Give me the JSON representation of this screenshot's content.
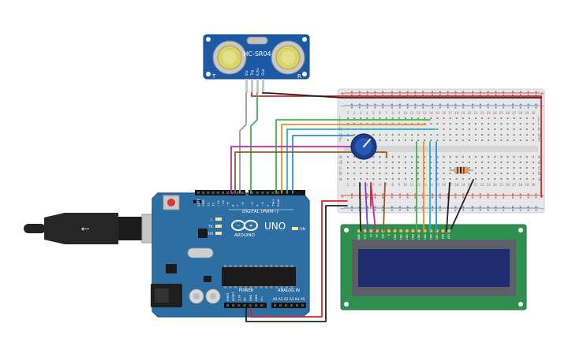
{
  "sensor": {
    "model": "HC-SR04",
    "corner_left": "T",
    "corner_right": "R",
    "pins": [
      "Vcc",
      "Trig",
      "Echo",
      "Gnd"
    ]
  },
  "arduino": {
    "brand": "ARDUINO",
    "model": "UNO",
    "digital_label": "DIGITAL (PWM~)",
    "power_label": "POWER",
    "analog_label": "ANALOG IN",
    "on_label": "ON",
    "led_labels": [
      "L",
      "TX",
      "RX"
    ],
    "top_pins": [
      "AREF",
      "GND",
      "13",
      "12",
      "~11",
      "~10",
      "~9",
      "8",
      "7",
      "~6",
      "~5",
      "4",
      "~3",
      "2",
      "TX▸1",
      "RX◂0"
    ],
    "power_pins": [
      "IOREF",
      "RESET",
      "3.3V",
      "5V",
      "GND",
      "GND",
      "Vin"
    ],
    "analog_pins": [
      "A0",
      "A1",
      "A2",
      "A3",
      "A4",
      "A5"
    ]
  },
  "breadboard": {
    "row_letters_top": [
      "j",
      "i",
      "h",
      "g",
      "f"
    ],
    "row_letters_bottom": [
      "e",
      "d",
      "c",
      "b",
      "a"
    ],
    "column_numbers": [
      "1",
      "2",
      "3",
      "4",
      "5",
      "6",
      "7",
      "8",
      "9",
      "10",
      "11",
      "12",
      "13",
      "14",
      "15",
      "16",
      "17",
      "18",
      "19",
      "20",
      "21",
      "22",
      "23",
      "24",
      "25",
      "26",
      "27",
      "28",
      "29",
      "30"
    ]
  },
  "lcd": {
    "pins": [
      "GND",
      "VCC",
      "V0",
      "RS",
      "RW",
      "E",
      "DB0",
      "DB1",
      "DB2",
      "DB3",
      "DB4",
      "DB5",
      "DB6",
      "DB7",
      "LED",
      "LED"
    ]
  },
  "colors": {
    "board": "#2d6fa3",
    "board_edge": "#1f5684",
    "sensor": "#1d5aa6",
    "breadboard": "#e7e7e7",
    "lcd_pcb": "#2f8f4e",
    "lcd_screen": "#1f2d6e",
    "wire_red": "#e02020",
    "wire_black": "#222222",
    "wire_green": "#3cb54a",
    "wire_orange": "#f08c1e",
    "wire_blue": "#2f8fd8",
    "wire_teal": "#22b5c8",
    "wire_magenta": "#c02aa0",
    "wire_purple": "#7a3fc0",
    "wire_brown": "#9a5a2a",
    "wire_gray": "#9a9a9a"
  }
}
